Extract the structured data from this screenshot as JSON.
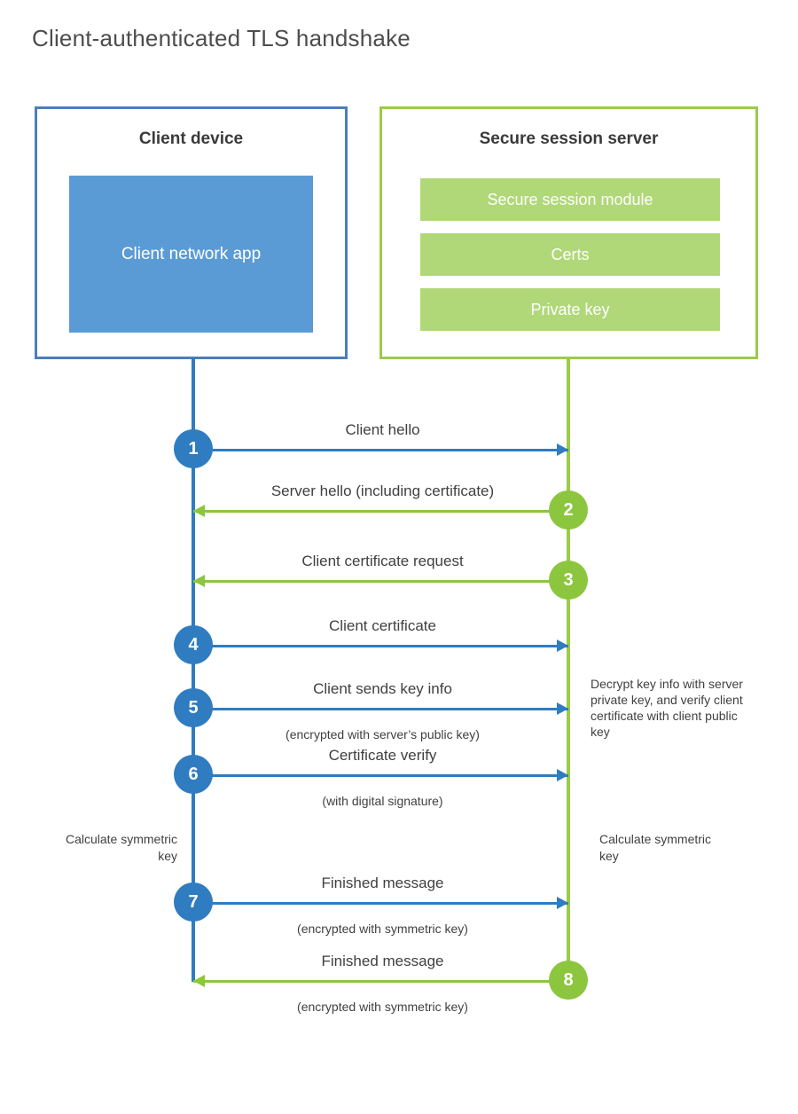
{
  "title": "Client-authenticated TLS handshake",
  "colors": {
    "client_border": "#4a7ebb",
    "client_fill": "#5b9bd5",
    "client_badge": "#2f7cc0",
    "server_border": "#9ccb48",
    "server_fill": "#b0d878",
    "server_badge": "#8cc63f",
    "text": "#404040"
  },
  "entities": {
    "client": {
      "title": "Client device",
      "block": "Client network app"
    },
    "server": {
      "title": "Secure session server",
      "blocks": [
        "Secure session module",
        "Certs",
        "Private key"
      ]
    }
  },
  "messages": [
    {
      "step": "1",
      "label": "Client hello",
      "sublabel": "",
      "direction": "client-to-server",
      "color": "blue"
    },
    {
      "step": "2",
      "label": "Server hello (including certificate)",
      "sublabel": "",
      "direction": "server-to-client",
      "color": "green"
    },
    {
      "step": "3",
      "label": "Client certificate request",
      "sublabel": "",
      "direction": "server-to-client",
      "color": "green"
    },
    {
      "step": "4",
      "label": "Client certificate",
      "sublabel": "",
      "direction": "client-to-server",
      "color": "blue"
    },
    {
      "step": "5",
      "label": "Client sends key info",
      "sublabel": "(encrypted with server’s public key)",
      "direction": "client-to-server",
      "color": "blue"
    },
    {
      "step": "6",
      "label": "Certificate verify",
      "sublabel": "(with digital signature)",
      "direction": "client-to-server",
      "color": "blue"
    },
    {
      "step": "7",
      "label": "Finished message",
      "sublabel": "(encrypted with symmetric key)",
      "direction": "client-to-server",
      "color": "blue"
    },
    {
      "step": "8",
      "label": "Finished message",
      "sublabel": "(encrypted with symmetric key)",
      "direction": "server-to-client",
      "color": "green"
    }
  ],
  "notes": {
    "decrypt": "Decrypt key info with server private key, and verify client certificate with client public key",
    "calculate_client": "Calculate symmetric key",
    "calculate_server": "Calculate symmetric key"
  }
}
